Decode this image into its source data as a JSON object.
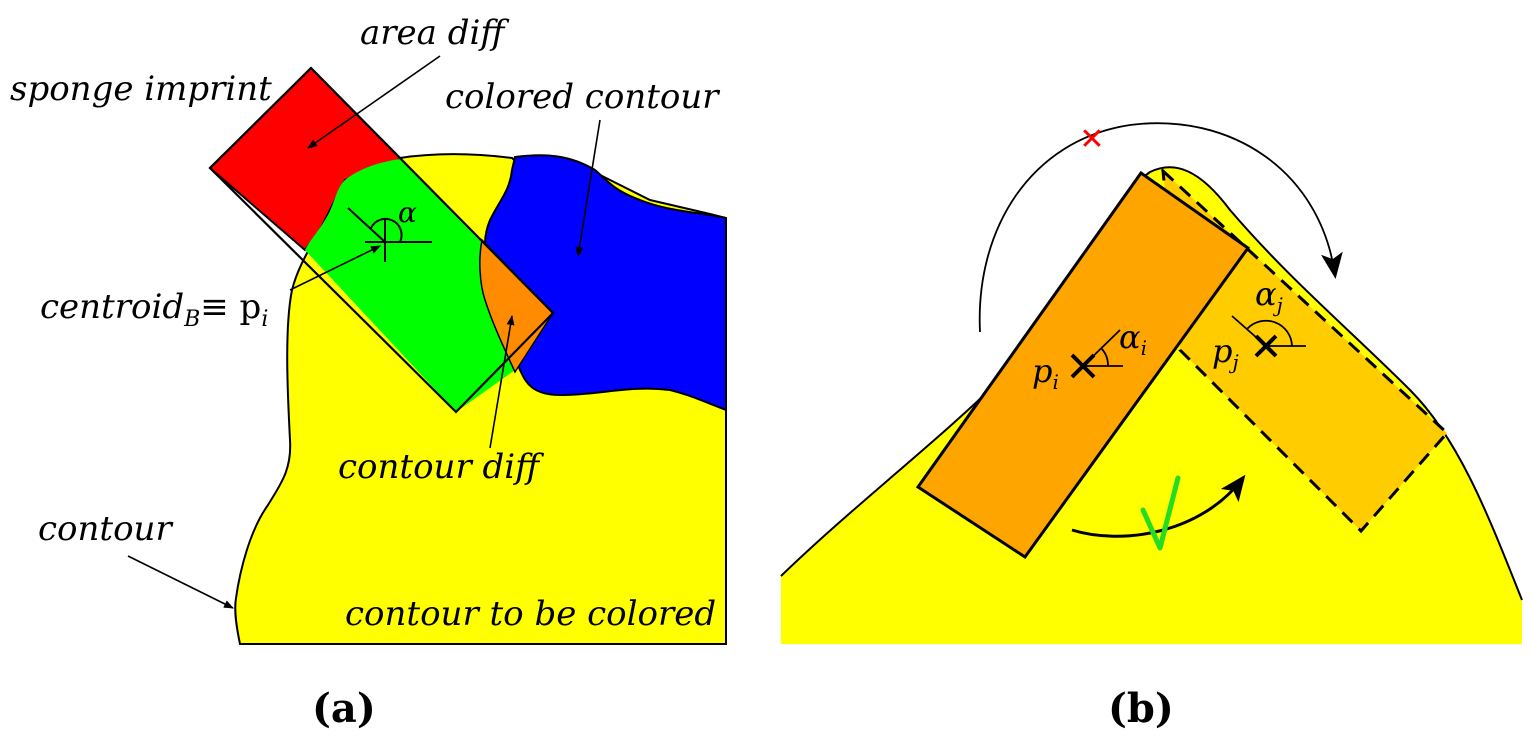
{
  "panel_a": {
    "caption": "(a)",
    "labels": {
      "sponge_imprint": "sponge imprint",
      "area_diff": "area diff",
      "colored_contour": "colored contour",
      "centroid_main": "centroid",
      "centroid_sub": "B",
      "centroid_equiv": "≡ p",
      "centroid_index": "i",
      "contour_diff": "contour diff",
      "contour": "contour",
      "contour_to_be_colored": "contour to be colored",
      "alpha": "α"
    },
    "colors": {
      "contour_fill": "#ffff00",
      "colored_contour_fill": "#0000ff",
      "area_diff_fill": "#ff0000",
      "overlap_fill": "#00ff00",
      "contour_diff_fill": "#ff8c00"
    }
  },
  "panel_b": {
    "caption": "(b)",
    "labels": {
      "p_i": "p",
      "p_i_index": "i",
      "p_j": "p",
      "p_j_index": "j",
      "alpha_i": "α",
      "alpha_i_index": "i",
      "alpha_j": "α",
      "alpha_j_index": "j",
      "rejected_mark": "✕",
      "accepted_mark": "√"
    },
    "colors": {
      "shape_fill": "#ffff00",
      "rect_i_fill": "#ffa500",
      "rect_j_fill": "#ffcc00",
      "rejected_color": "#ff0000",
      "accepted_color": "#22dd22"
    }
  }
}
